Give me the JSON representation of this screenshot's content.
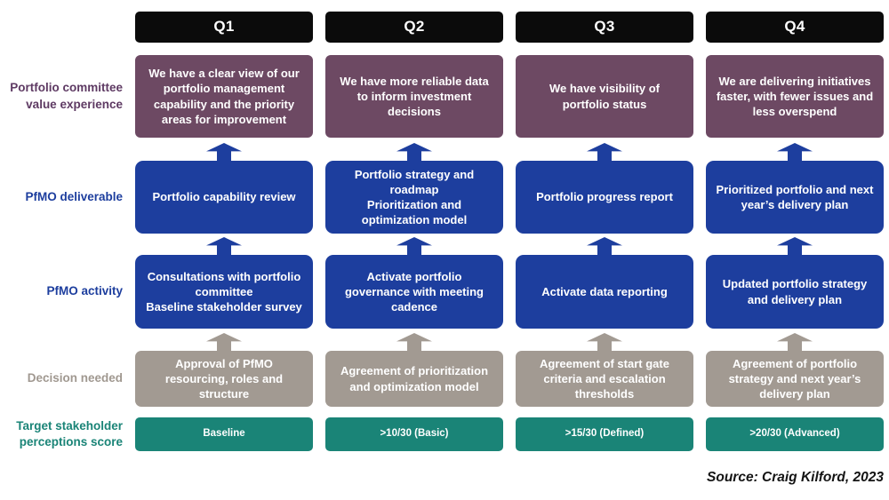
{
  "row_labels": {
    "value_experience": "Portfolio committee\nvalue experience",
    "deliverable": "PfMO deliverable",
    "activity": "PfMO activity",
    "decision": "Decision needed",
    "score": "Target stakeholder\nperceptions score"
  },
  "columns": [
    {
      "quarter": "Q1",
      "value_experience": "We have a clear view of our portfolio management capability and the priority areas for improvement",
      "deliverable": "Portfolio capability review",
      "activity": "Consultations with portfolio committee\nBaseline stakeholder survey",
      "decision": "Approval of PfMO resourcing, roles and structure",
      "score": "Baseline"
    },
    {
      "quarter": "Q2",
      "value_experience": "We have more reliable data to inform investment decisions",
      "deliverable": "Portfolio strategy and roadmap\nPrioritization and optimization model",
      "activity": "Activate portfolio governance with meeting cadence",
      "decision": "Agreement of prioritization and optimization model",
      "score": ">10/30 (Basic)"
    },
    {
      "quarter": "Q3",
      "value_experience": "We have visibility of\nportfolio status",
      "deliverable": "Portfolio progress report",
      "activity": "Activate data reporting",
      "decision": "Agreement of start gate criteria and escalation thresholds",
      "score": ">15/30 (Defined)"
    },
    {
      "quarter": "Q4",
      "value_experience": "We are delivering initiatives faster, with fewer issues and less overspend",
      "deliverable": "Prioritized portfolio and next year’s delivery plan",
      "activity": "Updated portfolio strategy and delivery plan",
      "decision": "Agreement of portfolio strategy and next year’s delivery plan",
      "score": ">20/30 (Advanced)"
    }
  ],
  "source": "Source: Craig Kilford, 2023",
  "colors": {
    "header_bg": "#0b0b0b",
    "value_experience_bg": "#6d4963",
    "deliverable_activity_bg": "#1d3e9e",
    "decision_bg": "#a29a92",
    "score_bg": "#1a8477",
    "label_value_experience": "#5e3a63",
    "label_blue": "#1d3e9e",
    "label_decision": "#a09890",
    "label_score": "#1a8477",
    "box_text": "#ffffff"
  }
}
